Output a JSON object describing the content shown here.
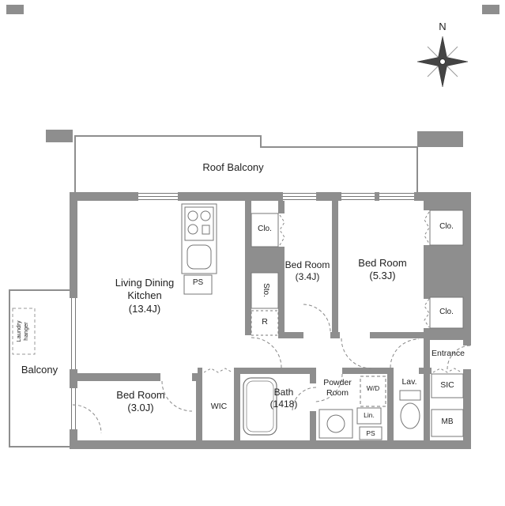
{
  "compass": {
    "label": "N"
  },
  "rooms": {
    "roof_balcony": "Roof Balcony",
    "ldk": "Living Dining\nKitchen\n(13.4J)",
    "bedroom_34": "Bed Room\n(3.4J)",
    "bedroom_53": "Bed Room\n(5.3J)",
    "bedroom_30": "Bed Room\n(3.0J)",
    "balcony": "Balcony",
    "bath": "Bath\n(1418)",
    "powder_room": "Powder\nRoom",
    "wic": "WIC",
    "entrance": "Entrance",
    "sic": "SIC",
    "lavatory": "Lav.",
    "washer_dryer": "W/D"
  },
  "storage": {
    "closet_top": "Clo.",
    "closet_right_upper": "Clo.",
    "closet_right_lower": "Clo.",
    "storage_room": "Sto.",
    "refrigerator": "R",
    "pipe_space_kitchen": "PS",
    "pipe_space_lower": "PS",
    "linen": "Lin.",
    "meter_box": "MB"
  },
  "annotations": {
    "laundry_hanger": "Laundry\nhanger"
  },
  "colors": {
    "wall": "#8e8e8e",
    "line": "#777777",
    "text": "#222222"
  }
}
